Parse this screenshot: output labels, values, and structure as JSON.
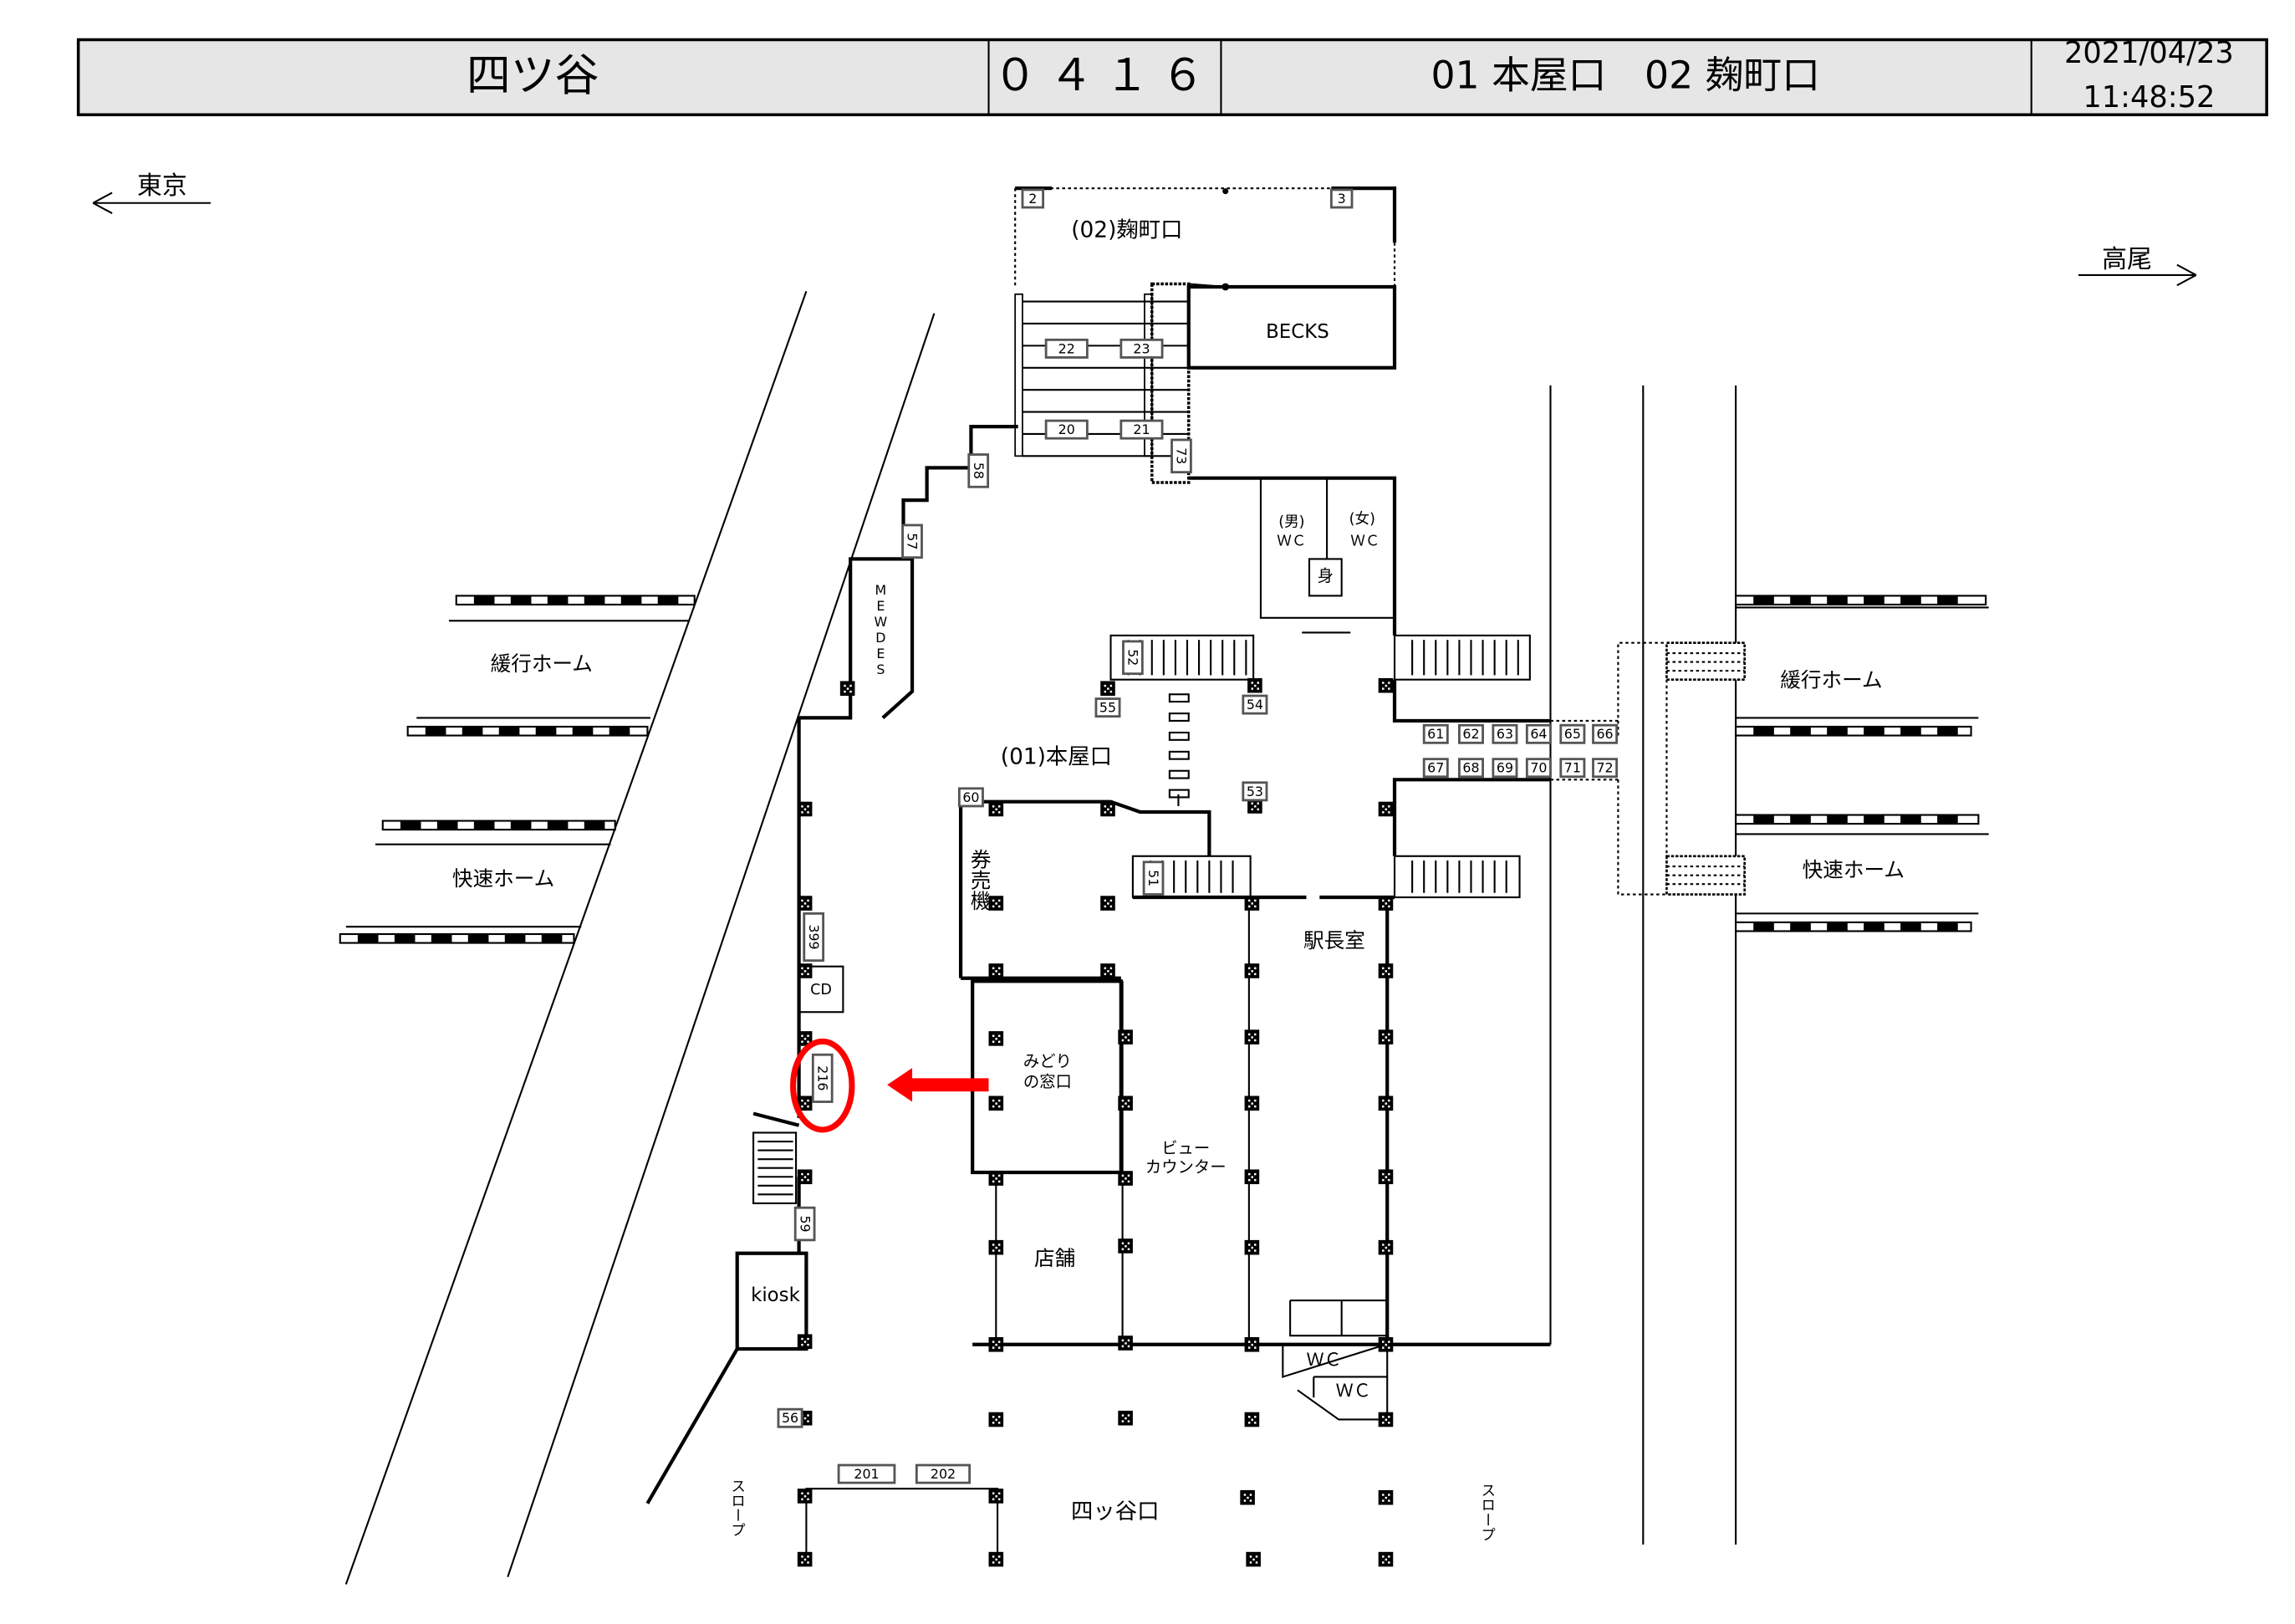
{
  "header": {
    "station_name": "四ツ谷",
    "station_code": "０４１６",
    "exits": "01 本屋口　02 麹町口",
    "date": "2021/04/23",
    "time": "11:48:52"
  },
  "directions": {
    "left": "東京",
    "right": "高尾"
  },
  "platforms": {
    "left_local": "緩行ホーム",
    "left_rapid": "快速ホーム",
    "right_local": "緩行ホーム",
    "right_rapid": "快速ホーム"
  },
  "areas": {
    "kojimachi_exit": "(02)麹町口",
    "becks": "BECKS",
    "wc_men_1": "(男)",
    "wc_men_2": "ＷＣ",
    "wc_women_1": "(女)",
    "wc_women_2": "ＷＣ",
    "accessible": "身",
    "honya_exit": "(01)本屋口",
    "ticket_machines": "券売機",
    "station_master": "駅長室",
    "midori_1": "みどり",
    "midori_2": "の窓口",
    "view_counter_1": "ビュー",
    "view_counter_2": "カウンター",
    "shop": "店舗",
    "kiosk": "kiosk",
    "cd": "CD",
    "mewdes": "MEWDES",
    "wc_a": "ＷＣ",
    "wc_b": "ＷＣ",
    "yotsuya_exit": "四ッ谷口",
    "slope_left": "スロープ",
    "slope_right": "スロープ"
  },
  "markers": [
    "2",
    "3",
    "22",
    "23",
    "20",
    "21",
    "73",
    "58",
    "57",
    "52",
    "55",
    "54",
    "53",
    "51",
    "60",
    "61",
    "62",
    "63",
    "64",
    "65",
    "66",
    "67",
    "68",
    "69",
    "70",
    "71",
    "72",
    "399",
    "216",
    "59",
    "56",
    "201",
    "202"
  ],
  "highlight": {
    "marker": "216",
    "color": "#ff0000"
  }
}
